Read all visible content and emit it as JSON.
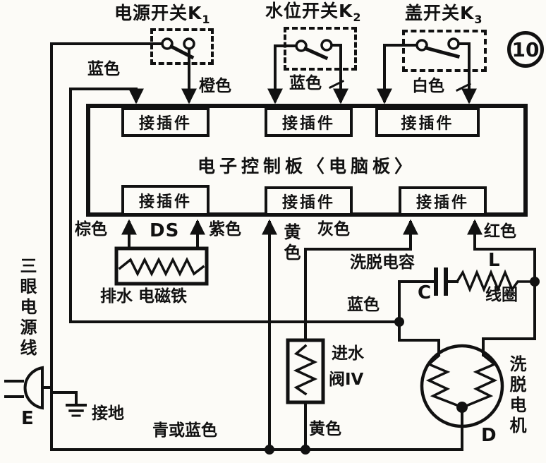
{
  "figure_number": "10",
  "switches": {
    "power": {
      "label": "电源开关K",
      "sub": "1"
    },
    "water_level": {
      "label": "水位开关K",
      "sub": "2"
    },
    "lid": {
      "label": "盖开关K",
      "sub": "3"
    }
  },
  "board": {
    "title": "电子控制板〈电脑板〉",
    "connector": "接插件"
  },
  "wire_colors": {
    "blue_top": "蓝色",
    "orange": "橙色",
    "blue_k2": "蓝色",
    "white_k3": "白色",
    "brown": "棕色",
    "purple": "紫色",
    "yellow_mid": "黄色",
    "gray": "灰色",
    "red": "红色",
    "blue_cap": "蓝色",
    "bottom_left": "青或蓝色",
    "yellow_bottom": "黄色"
  },
  "components": {
    "drain_solenoid": {
      "designator": "DS",
      "label": "排水 电磁铁"
    },
    "capacitor": {
      "label": "洗脱电容",
      "designator": "C"
    },
    "coil": {
      "designator": "L",
      "label": "线圈"
    },
    "inlet_valve": {
      "line1": "进水",
      "line2": "阀IV"
    },
    "motor": {
      "label": "洗脱电机",
      "designator": "D"
    },
    "power_cord": {
      "label": "三眼电源线",
      "designator": "E"
    },
    "ground": {
      "label": "接地"
    }
  },
  "colors": {
    "ink": "#111111",
    "paper": "#fcfbf7"
  }
}
